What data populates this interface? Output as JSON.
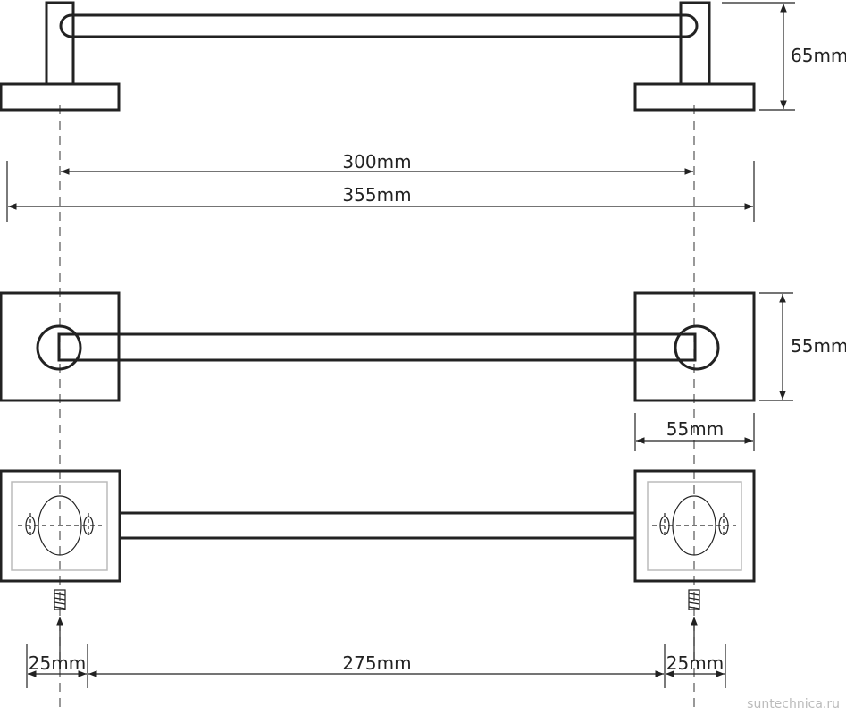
{
  "dimensions": {
    "height_side": "65mm",
    "center_spacing": "300mm",
    "overall_length": "355mm",
    "plate_height": "55mm",
    "plate_width": "55mm",
    "left_offset": "25mm",
    "bar_span": "275mm",
    "right_offset": "25mm"
  },
  "watermark": "suntechnica.ru",
  "colors": {
    "line": "#222222",
    "watermark": "#bbbbbb"
  }
}
